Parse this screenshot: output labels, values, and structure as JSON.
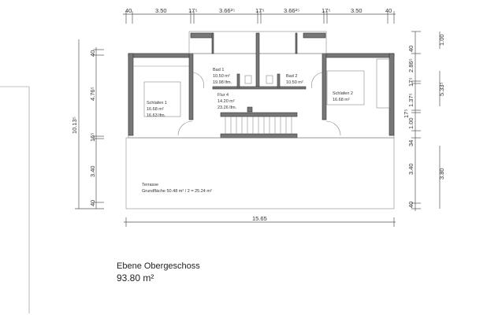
{
  "plan": {
    "top_dimensions": [
      "40",
      "3.50",
      "17⁵",
      "3.66²⁵",
      "17⁵",
      "3.66²⁵",
      "17⁵",
      "3.50",
      "40"
    ],
    "left_dimensions": [
      "40",
      "4.76⁵",
      "16⁵",
      "3.40",
      "40"
    ],
    "left_total": "10.13⁵",
    "right_dimensions": [
      "40",
      "2.86⁵",
      "17⁵",
      "1.37⁵",
      "17⁵",
      "1.00",
      "34",
      "3.40",
      "40"
    ],
    "right_outer_dimensions": [
      "1.00",
      "5.33⁵",
      "3.80"
    ],
    "bottom_total": "15.65",
    "rooms": [
      {
        "name": "Bad 1",
        "area": "10.50 m²",
        "perimeter": "19.98 lfm."
      },
      {
        "name": "Bad 2",
        "area": "10.50 m²"
      },
      {
        "name": "Flur 4",
        "area": "14.20 m²",
        "perimeter": "23.26 lfm."
      },
      {
        "name": "Schlafen 1",
        "area": "16.68 m²",
        "perimeter": "16.63 lfm."
      },
      {
        "name": "Schlafen 2",
        "area": "16.68 m²"
      }
    ],
    "terrace": {
      "name": "Terrasse",
      "area": "Grundfläche 50.48 m² / 2 = 25.24 m²"
    }
  },
  "caption": {
    "title": "Ebene Obergeschoss",
    "area": "93.80 m²"
  }
}
